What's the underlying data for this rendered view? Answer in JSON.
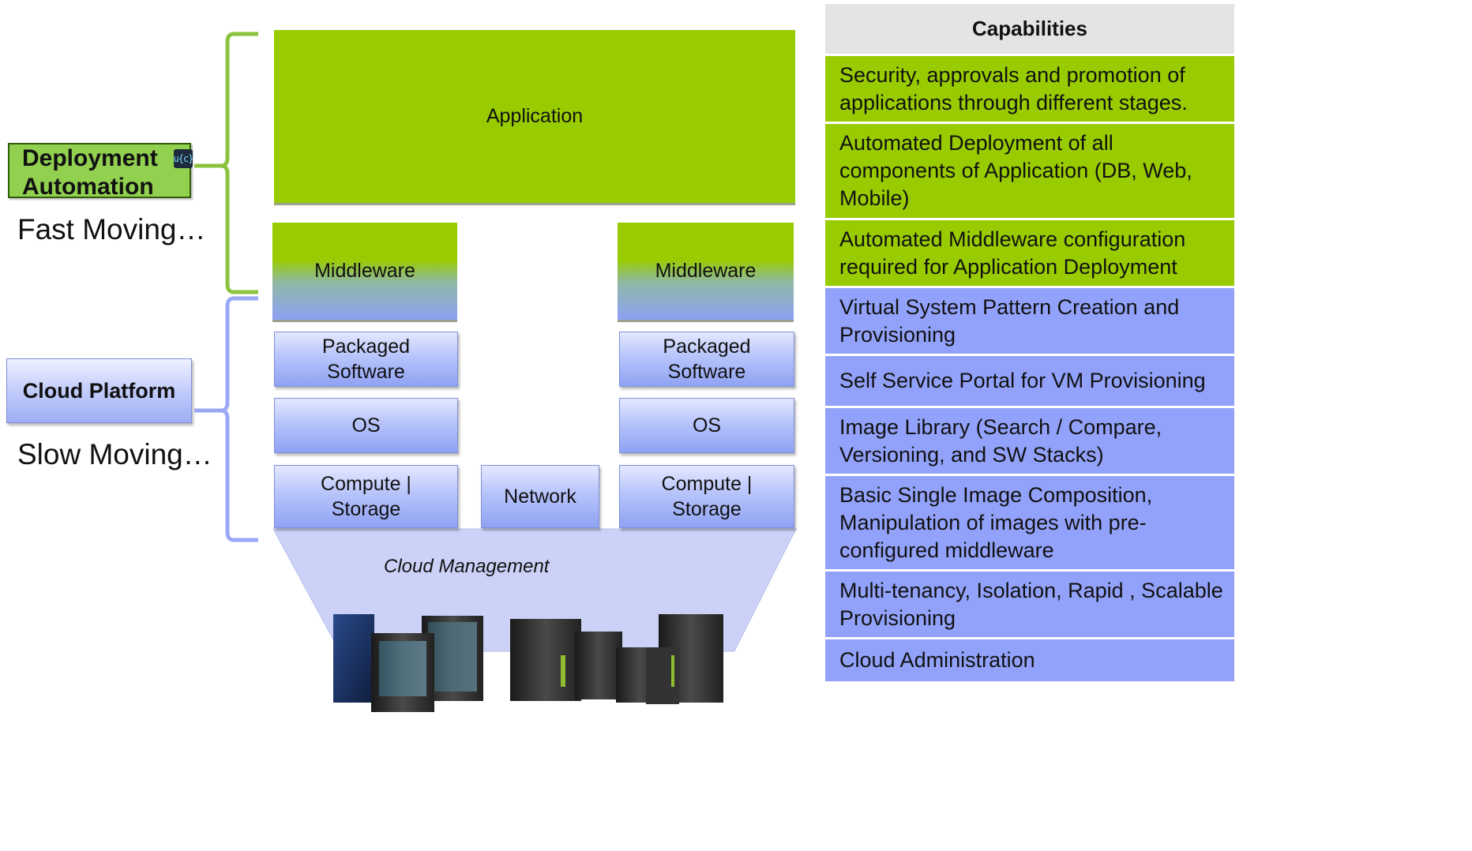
{
  "stack": {
    "application": "Application",
    "middleware_left": "Middleware",
    "middleware_right": "Middleware",
    "packaged_left": "Packaged Software",
    "packaged_right": "Packaged Software",
    "os_left": "OS",
    "os_right": "OS",
    "compute_left": "Compute | Storage",
    "compute_right": "Compute | Storage",
    "network": "Network",
    "cloud_management": "Cloud Management"
  },
  "left_labels": {
    "deployment_automation": "Deployment Automation",
    "fast_moving": "Fast Moving…",
    "cloud_platform": "Cloud Platform",
    "slow_moving": "Slow Moving…"
  },
  "logo": {
    "text": "u{c}"
  },
  "capabilities": {
    "header": "Capabilities",
    "items": [
      {
        "text": "Security, approvals and promotion of applications through different stages.",
        "group": "green"
      },
      {
        "text": "Automated Deployment of all components of Application (DB, Web, Mobile)",
        "group": "green"
      },
      {
        "text": "Automated Middleware configuration required for Application Deployment",
        "group": "green"
      },
      {
        "text": "Virtual System Pattern Creation and Provisioning",
        "group": "blue"
      },
      {
        "text": "Self Service Portal for VM Provisioning",
        "group": "blue"
      },
      {
        "text": "Image Library (Search / Compare, Versioning, and SW Stacks)",
        "group": "blue"
      },
      {
        "text": "Basic Single Image Composition, Manipulation of images with pre-configured middleware",
        "group": "blue"
      },
      {
        "text": "Multi-tenancy, Isolation, Rapid , Scalable Provisioning",
        "group": "blue"
      },
      {
        "text": "Cloud Administration",
        "group": "blue"
      }
    ]
  },
  "colors": {
    "green": "#99cc00",
    "blue": "#92a2fa",
    "light_green_label": "#92d050",
    "bracket_green": "#8ac43f",
    "bracket_blue": "#9aa8f5"
  }
}
